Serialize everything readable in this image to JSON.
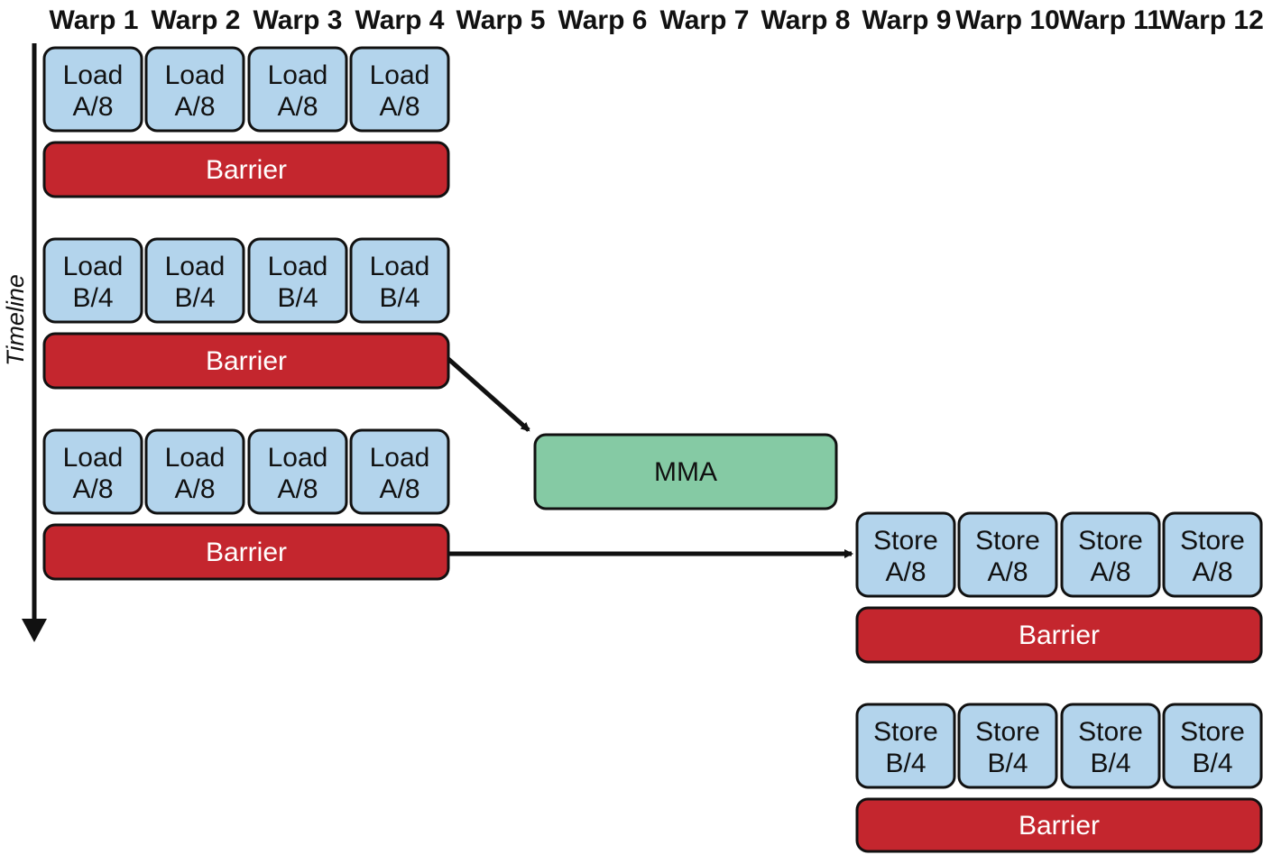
{
  "warps": [
    "Warp 1",
    "Warp 2",
    "Warp 3",
    "Warp 4",
    "Warp 5",
    "Warp 6",
    "Warp 7",
    "Warp 8",
    "Warp 9",
    "Warp 10",
    "Warp 11",
    "Warp 12"
  ],
  "timeline_label": "Timeline",
  "colors": {
    "load_store_fill": "#b3d4ec",
    "barrier_fill": "#c4262e",
    "mma_fill": "#85caa4",
    "stroke": "#111111"
  },
  "groups": [
    {
      "name": "load-a-1",
      "column_start": 1,
      "tasks": [
        [
          "Load",
          "A/8"
        ],
        [
          "Load",
          "A/8"
        ],
        [
          "Load",
          "A/8"
        ],
        [
          "Load",
          "A/8"
        ]
      ],
      "barrier": "Barrier"
    },
    {
      "name": "load-b",
      "column_start": 1,
      "tasks": [
        [
          "Load",
          "B/4"
        ],
        [
          "Load",
          "B/4"
        ],
        [
          "Load",
          "B/4"
        ],
        [
          "Load",
          "B/4"
        ]
      ],
      "barrier": "Barrier"
    },
    {
      "name": "load-a-2",
      "column_start": 1,
      "tasks": [
        [
          "Load",
          "A/8"
        ],
        [
          "Load",
          "A/8"
        ],
        [
          "Load",
          "A/8"
        ],
        [
          "Load",
          "A/8"
        ]
      ],
      "barrier": "Barrier"
    },
    {
      "name": "store-a",
      "column_start": 9,
      "tasks": [
        [
          "Store",
          "A/8"
        ],
        [
          "Store",
          "A/8"
        ],
        [
          "Store",
          "A/8"
        ],
        [
          "Store",
          "A/8"
        ]
      ],
      "barrier": "Barrier"
    },
    {
      "name": "store-b",
      "column_start": 9,
      "tasks": [
        [
          "Store",
          "B/4"
        ],
        [
          "Store",
          "B/4"
        ],
        [
          "Store",
          "B/4"
        ],
        [
          "Store",
          "B/4"
        ]
      ],
      "barrier": "Barrier"
    }
  ],
  "mma": {
    "label": "MMA",
    "columns": "Warp 5 – Warp 8"
  },
  "edges": [
    {
      "from": "load-b barrier",
      "to": "MMA"
    },
    {
      "from": "load-a-2 barrier",
      "to": "store-a"
    }
  ]
}
